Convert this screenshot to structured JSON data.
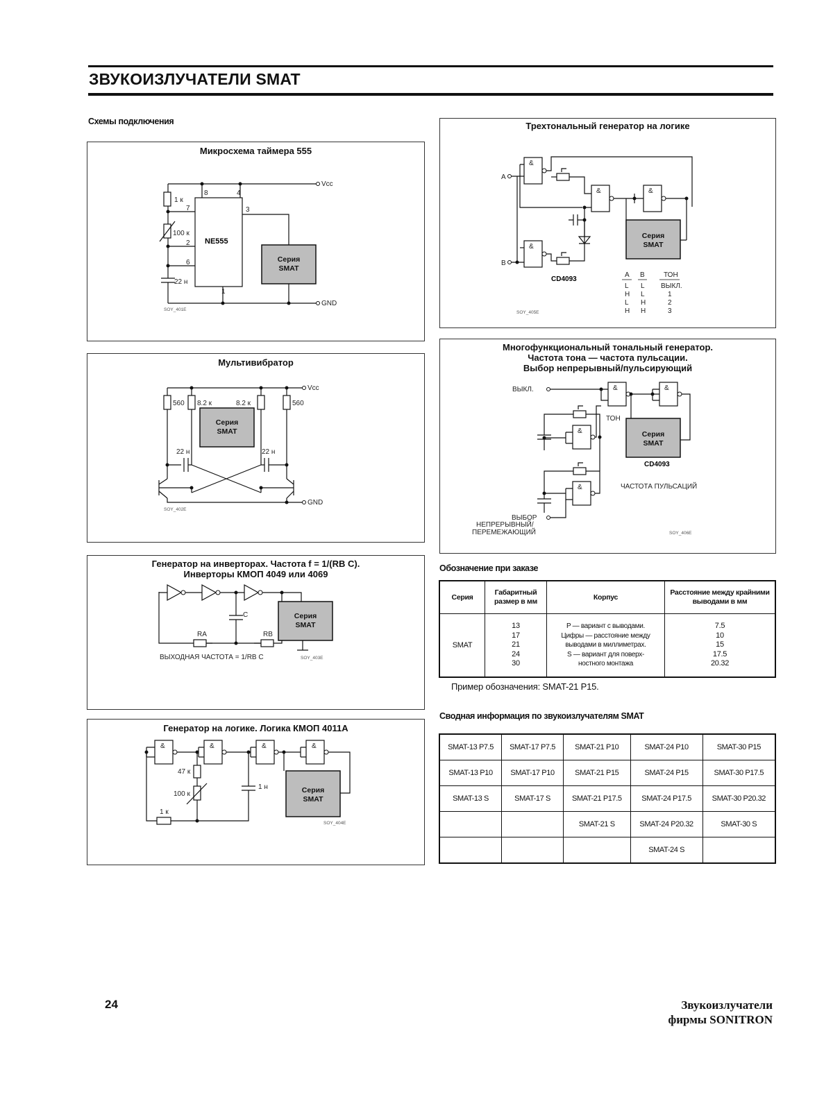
{
  "page_title": "ЗВУКОИЗЛУЧАТЕЛИ SMAT",
  "sections": {
    "connection_schemes": "Схемы подключения",
    "ordering": "Обозначение при заказе",
    "summary": "Сводная информация по звукоизлучателям SMAT"
  },
  "smat_label": {
    "line1": "Серия",
    "line2": "SMAT"
  },
  "panels": {
    "timer555": {
      "title": "Микросхема таймера 555",
      "chip": "NE555",
      "vcc": "Vcc",
      "gnd": "GND",
      "pins": [
        "8",
        "4",
        "7",
        "2",
        "6",
        "3",
        "1"
      ],
      "r1": "1 к",
      "r2": "100 к",
      "c1": "22 н",
      "code": "SOY_401E"
    },
    "multivibrator": {
      "title": "Мультивибратор",
      "vcc": "Vcc",
      "gnd": "GND",
      "r_outer_left": "560",
      "r_inner_left": "8.2 к",
      "r_inner_right": "8.2 к",
      "r_outer_right": "560",
      "c_left": "22 н",
      "c_right": "22 н",
      "code": "SOY_402E"
    },
    "inverters": {
      "title_line1": "Генератор на инверторах. Частота f = 1/(RB C).",
      "title_line2": "Инверторы КМОП 4049 или 4069",
      "c": "C",
      "ra": "RA",
      "rb": "RB",
      "formula": "ВЫХОДНАЯ ЧАСТОТА = 1/RB C",
      "code": "SOY_403E"
    },
    "logic4011": {
      "title": "Генератор на логике. Логика КМОП 4011А",
      "gate": "&",
      "r1": "47 к",
      "r2": "100 к",
      "r3": "1 к",
      "c": "1 н",
      "code": "SOY_404E"
    },
    "tritone": {
      "title": "Трехтональный генератор на логике",
      "gate": "&",
      "input_a": "A",
      "input_b": "B",
      "chip": "CD4093",
      "truth_table": {
        "headers": [
          "A",
          "B",
          "ТОН"
        ],
        "rows": [
          [
            "L",
            "L",
            "ВЫКЛ."
          ],
          [
            "H",
            "L",
            "1"
          ],
          [
            "L",
            "H",
            "2"
          ],
          [
            "H",
            "H",
            "3"
          ]
        ]
      },
      "code": "SOY_405E"
    },
    "multifunction": {
      "title_line1": "Многофункциональный тональный генератор.",
      "title_line2": "Частота тона — частота пульсации.",
      "title_line3": "Выбор непрерывный/пульсирующий",
      "gate": "&",
      "off_label": "ВЫКЛ.",
      "tone_label": "ТОН",
      "chip": "CD4093",
      "pulse_label": "ЧАСТОТА ПУЛЬСАЦИЙ",
      "select_line1": "ВЫБОР",
      "select_line2": "НЕПРЕРЫВНЫЙ/",
      "select_line3": "ПЕРЕМЕЖАЮЩИЙ",
      "code": "SOY_406E"
    }
  },
  "order_table": {
    "headers": [
      "Серия",
      "Габаритный размер в мм",
      "Корпус",
      "Расстояние между крайними выводами в мм"
    ],
    "series": "SMAT",
    "sizes": [
      "13",
      "17",
      "21",
      "24",
      "30"
    ],
    "body_notes": [
      "P — вариант с выводами.",
      "Цифры — расстояние между",
      "выводами в миллиметрах.",
      "S — вариант для поверх-",
      "ностного монтажа"
    ],
    "distances": [
      "7.5",
      "10",
      "15",
      "17.5",
      "20.32"
    ]
  },
  "order_example": "Пример обозначения: SMAT-21 P15.",
  "summary_table": [
    [
      "SMAT-13 P7.5",
      "SMAT-17 P7.5",
      "SMAT-21 P10",
      "SMAT-24 P10",
      "SMAT-30 P15"
    ],
    [
      "SMAT-13 P10",
      "SMAT-17 P10",
      "SMAT-21 P15",
      "SMAT-24 P15",
      "SMAT-30 P17.5"
    ],
    [
      "SMAT-13 S",
      "SMAT-17 S",
      "SMAT-21 P17.5",
      "SMAT-24 P17.5",
      "SMAT-30 P20.32"
    ],
    [
      "",
      "",
      "SMAT-21 S",
      "SMAT-24 P20.32",
      "SMAT-30 S"
    ],
    [
      "",
      "",
      "",
      "SMAT-24 S",
      ""
    ]
  ],
  "footer": {
    "page_number": "24",
    "brand_line1": "Звукоизлучатели",
    "brand_line2": "фирмы SONITRON"
  }
}
